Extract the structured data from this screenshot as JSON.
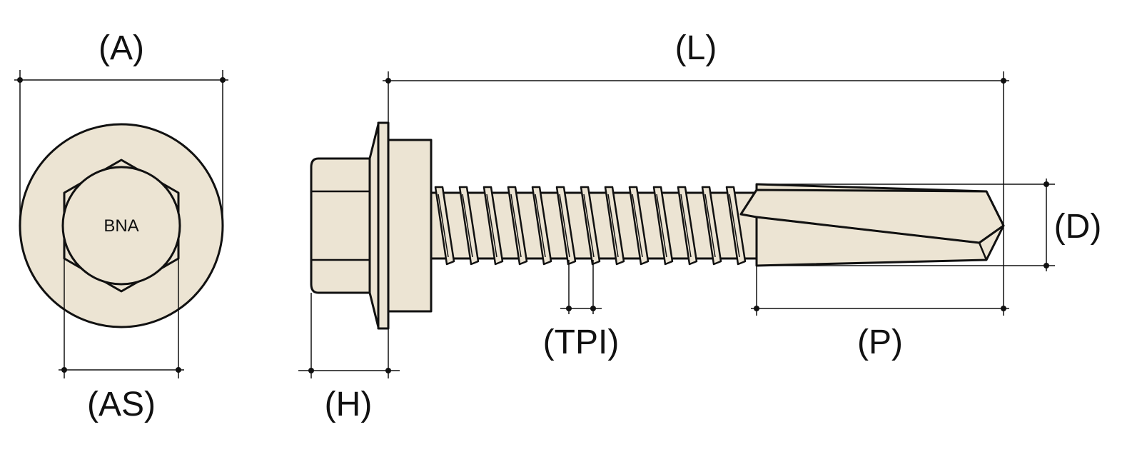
{
  "colors": {
    "metal": "#ece4d3",
    "line": "#111111",
    "background": "#ffffff"
  },
  "head": {
    "brand_mark": "BNA"
  },
  "labels": {
    "across_flats_outer": "(A)",
    "across_flats_socket": "(AS)",
    "head_height": "(H)",
    "length": "(L)",
    "threads_per_inch": "(TPI)",
    "point_length": "(P)",
    "diameter": "(D)"
  }
}
